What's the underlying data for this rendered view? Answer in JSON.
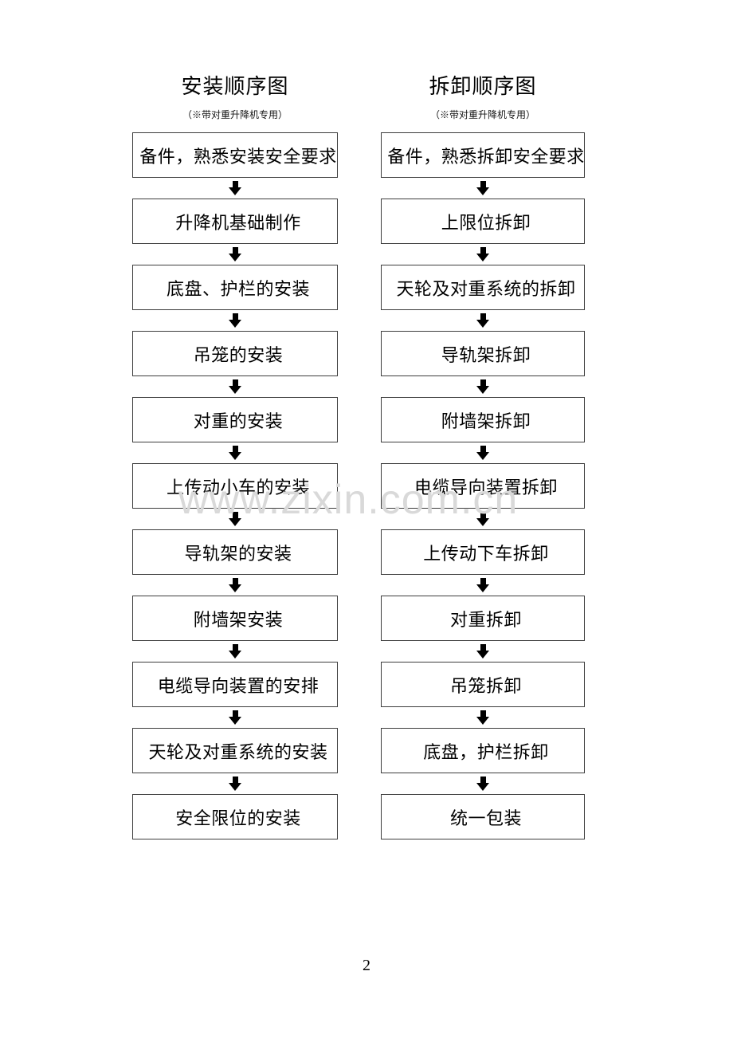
{
  "page": {
    "number": "2",
    "watermark": "www.zixin.com.cn"
  },
  "colors": {
    "background": "#ffffff",
    "box_border": "#3d3d3d",
    "text": "#000000",
    "watermark": "#d9d9d9"
  },
  "diagrams": [
    {
      "id": "installation",
      "title": "安装顺序图",
      "subtitle": "（※带对重升降机专用）",
      "steps": [
        "备件，熟悉安装安全要求",
        "升降机基础制作",
        "底盘、护栏的安装",
        "吊笼的安装",
        "对重的安装",
        "上传动小车的安装",
        "导轨架的安装",
        "附墙架安装",
        "电缆导向装置的安排",
        "天轮及对重系统的安装",
        "安全限位的安装"
      ]
    },
    {
      "id": "disassembly",
      "title": "拆卸顺序图",
      "subtitle": "（※带对重升降机专用）",
      "steps": [
        "备件，熟悉拆卸安全要求",
        "上限位拆卸",
        "天轮及对重系统的拆卸",
        "导轨架拆卸",
        "附墙架拆卸",
        "电缆导向装置拆卸",
        "上传动下车拆卸",
        "对重拆卸",
        "吊笼拆卸",
        "底盘，护栏拆卸",
        "统一包装"
      ]
    }
  ]
}
